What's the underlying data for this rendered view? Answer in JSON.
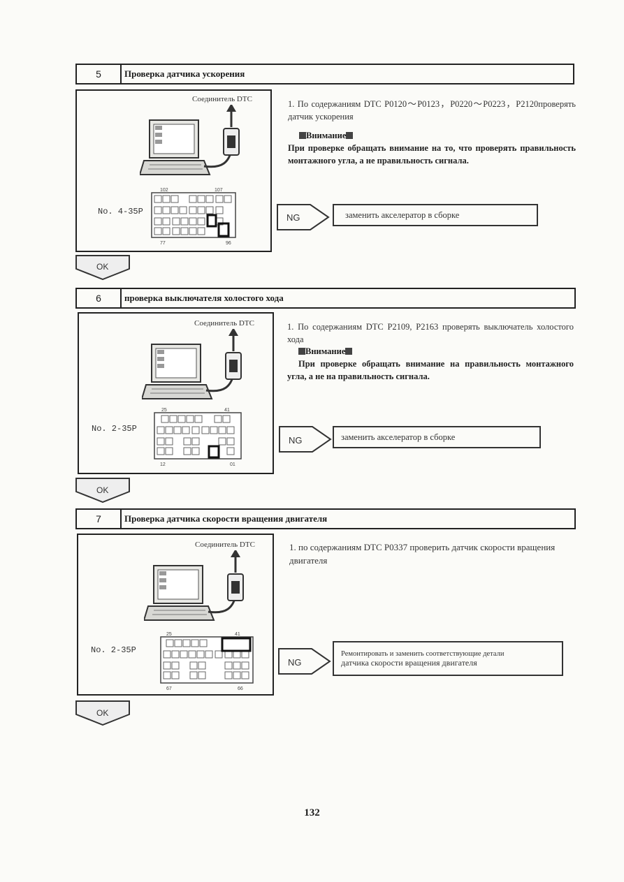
{
  "page_number": "132",
  "steps": [
    {
      "number": "5",
      "title": "Проверка датчика ускорения",
      "connector_label": "Соединитель DTC",
      "connector_no": "No. 4-35P",
      "pin_labels": [
        "102",
        "107",
        "77",
        "96"
      ],
      "description": "1. По содержаниям DTC P0120～P0123，P0220～P0223，P2120проверять датчик ускорения",
      "warning_title": "Внимание",
      "warning_text": "При проверке обращать внимание на то, что проверять правильность монтажного угла, а не правильность сигнала.",
      "ng_label": "NG",
      "ng_action": "заменить акселератор в сборке",
      "ok_label": "OK"
    },
    {
      "number": "6",
      "title": "проверка выключателя холостого хода",
      "connector_label": "Соединитель DTC",
      "connector_no": "No. 2-35P",
      "pin_labels": [
        "25",
        "41",
        "12",
        "01"
      ],
      "description": "1. По содержаниям DTC P2109, P2163 проверять выключатель холостого хода",
      "warning_title": "Внимание",
      "warning_text": "При проверке обращать внимание на правильность монтажного угла, а не на правильность сигнала.",
      "ng_label": "NG",
      "ng_action": "заменить акселератор в сборке",
      "ok_label": "OK"
    },
    {
      "number": "7",
      "title": "Проверка датчика скорости вращения двигателя",
      "connector_label": "Соединитель DTC",
      "connector_no": "No. 2-35P",
      "pin_labels": [
        "25",
        "41",
        "67",
        "66"
      ],
      "description": "1. по содержаниям DTC P0337 проверить датчик скорости вращения двигателя",
      "ng_label": "NG",
      "ng_action_line1": "Ремонтировать и заменить соответствующие детали",
      "ng_action_line2": "датчика скорости вращения двигателя",
      "ok_label": "OK"
    }
  ],
  "colors": {
    "ink": "#222222",
    "paper": "#fbfbf8",
    "arrow_fill": "#eeeeee"
  }
}
